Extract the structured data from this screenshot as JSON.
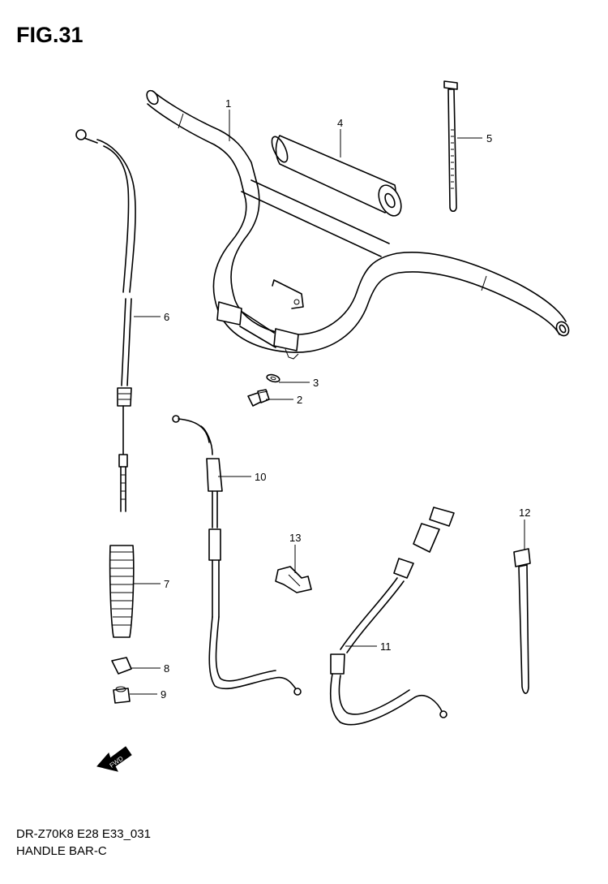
{
  "figure": {
    "title": "FIG.31"
  },
  "footer": {
    "code": "DR-Z70K8 E28 E33_031",
    "name": "HANDLE BAR-C"
  },
  "fwd_label": "FWD",
  "callouts": [
    "1",
    "2",
    "3",
    "4",
    "5",
    "6",
    "7",
    "8",
    "9",
    "10",
    "11",
    "12",
    "13"
  ]
}
